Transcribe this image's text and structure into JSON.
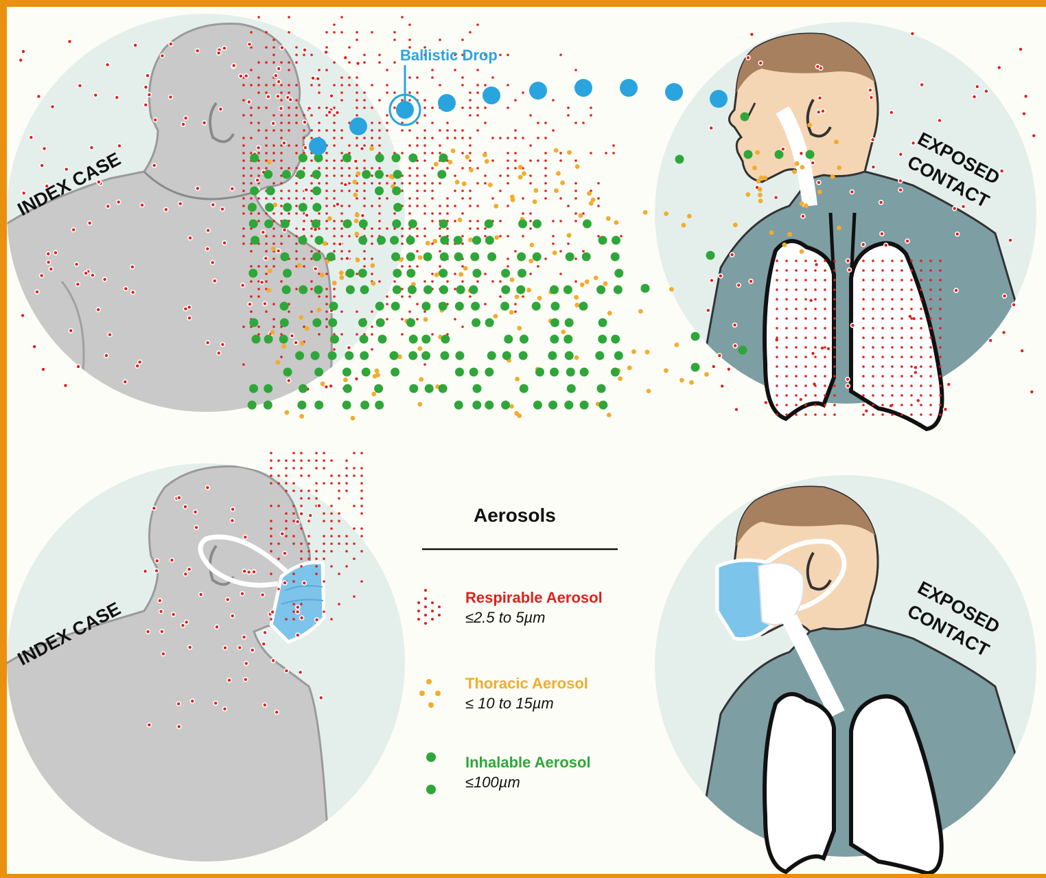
{
  "labels": {
    "index_case_top": "INDEX CASE",
    "exposed_contact_top_line1": "EXPOSED",
    "exposed_contact_top_line2": "CONTACT",
    "index_case_bottom": "INDEX CASE",
    "exposed_contact_bottom_line1": "EXPOSED",
    "exposed_contact_bottom_line2": "CONTACT",
    "ballistic_drop": "Ballistic Drop"
  },
  "legend": {
    "title": "Aerosols",
    "items": [
      {
        "name": "Respirable Aerosol",
        "size": "≤2.5 to 5µm",
        "color": "#e0201b"
      },
      {
        "name": "Thoracic Aerosol",
        "size": "≤ 10 to 15µm",
        "color": "#f2ac2e"
      },
      {
        "name": "Inhalable Aerosol",
        "size": "≤100µm",
        "color": "#2fa63a"
      }
    ]
  },
  "colors": {
    "frame": "#e8900f",
    "background": "#fdfdf7",
    "circle_bg": "#e4efec",
    "respirable": "#e0201b",
    "thoracic": "#f2ac2e",
    "inhalable": "#2fa63a",
    "ballistic": "#2aa4de",
    "mask": "#7cc4ea"
  },
  "icons": [
    "index-case-person",
    "exposed-contact-person",
    "lungs-icon",
    "surgical-mask-icon",
    "n95-respirator-icon"
  ]
}
